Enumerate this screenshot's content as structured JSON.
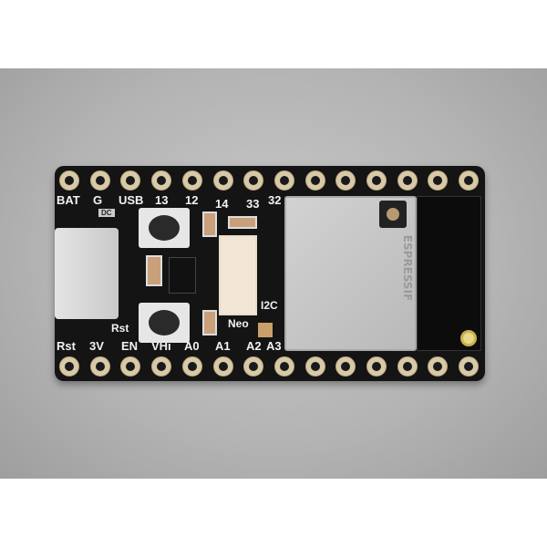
{
  "board": {
    "top_labels": [
      "BAT",
      "G",
      "USB",
      "13",
      "12",
      "14",
      "33",
      "32"
    ],
    "bottom_labels": [
      "Rst",
      "3V",
      "EN",
      "VHi",
      "A0",
      "A1",
      "A2",
      "A3"
    ],
    "silk": {
      "rst_button": "Rst",
      "neopixel": "Neo",
      "i2c": "I2C",
      "charge": "DC"
    },
    "module_marking": "ESPRESSIF"
  }
}
